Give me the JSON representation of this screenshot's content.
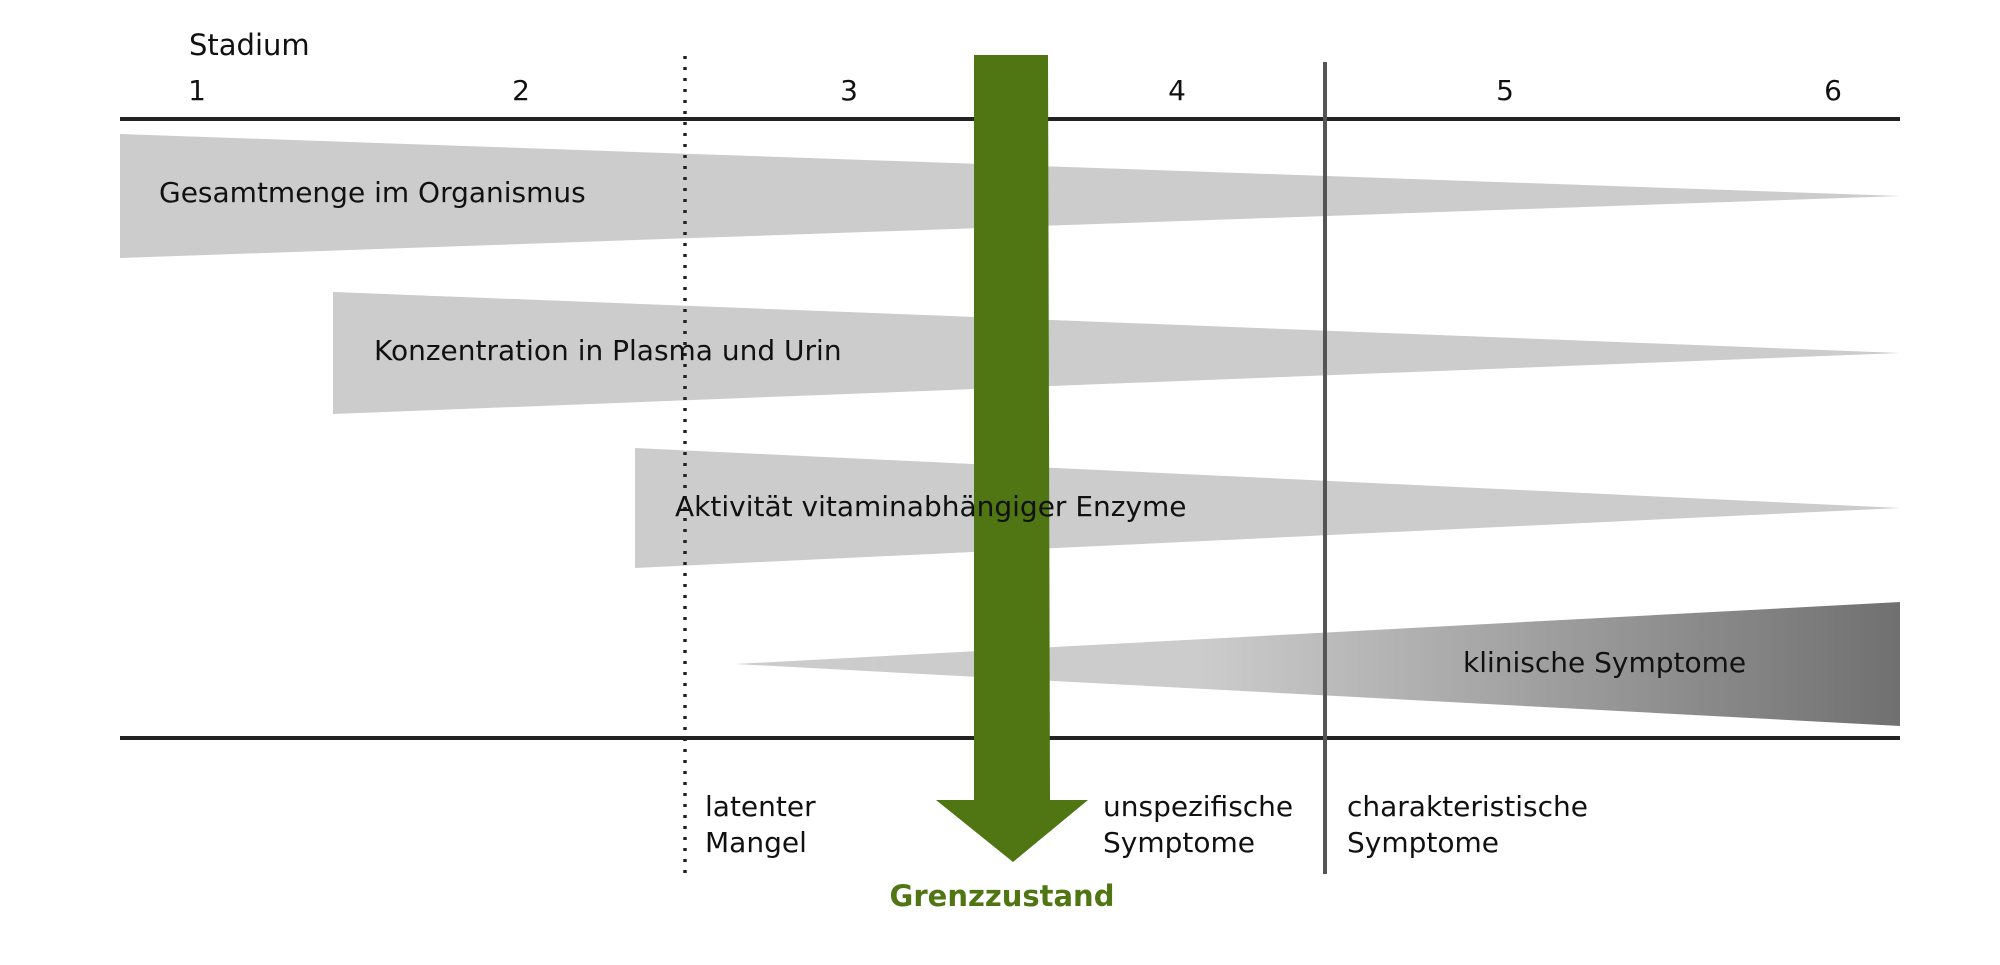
{
  "header": {
    "axis_title": "Stadium",
    "stages": [
      "1",
      "2",
      "3",
      "4",
      "5",
      "6"
    ]
  },
  "bars": [
    {
      "label": "Gesamtmenge im Organismus",
      "fill": "#cccccc"
    },
    {
      "label": "Konzentration in Plasma und Urin",
      "fill": "#cccccc"
    },
    {
      "label": "Aktivität vitaminabhängiger Enzyme",
      "fill": "#cccccc"
    },
    {
      "label": "klinische Symptome",
      "fill_start": "#cccccc",
      "fill_end": "#707070"
    }
  ],
  "phases": {
    "latent": "latenter\nMangel",
    "borderline": "Grenzzustand",
    "unspecific": "unspezifische\nSymptome",
    "characteristic": "charakteristische\nSymptome"
  },
  "colors": {
    "green": "#507513",
    "rule": "#222222",
    "divider": "#555555",
    "dotted": "#222222",
    "bar_gray": "#cccccc",
    "bar_dark": "#707070"
  }
}
